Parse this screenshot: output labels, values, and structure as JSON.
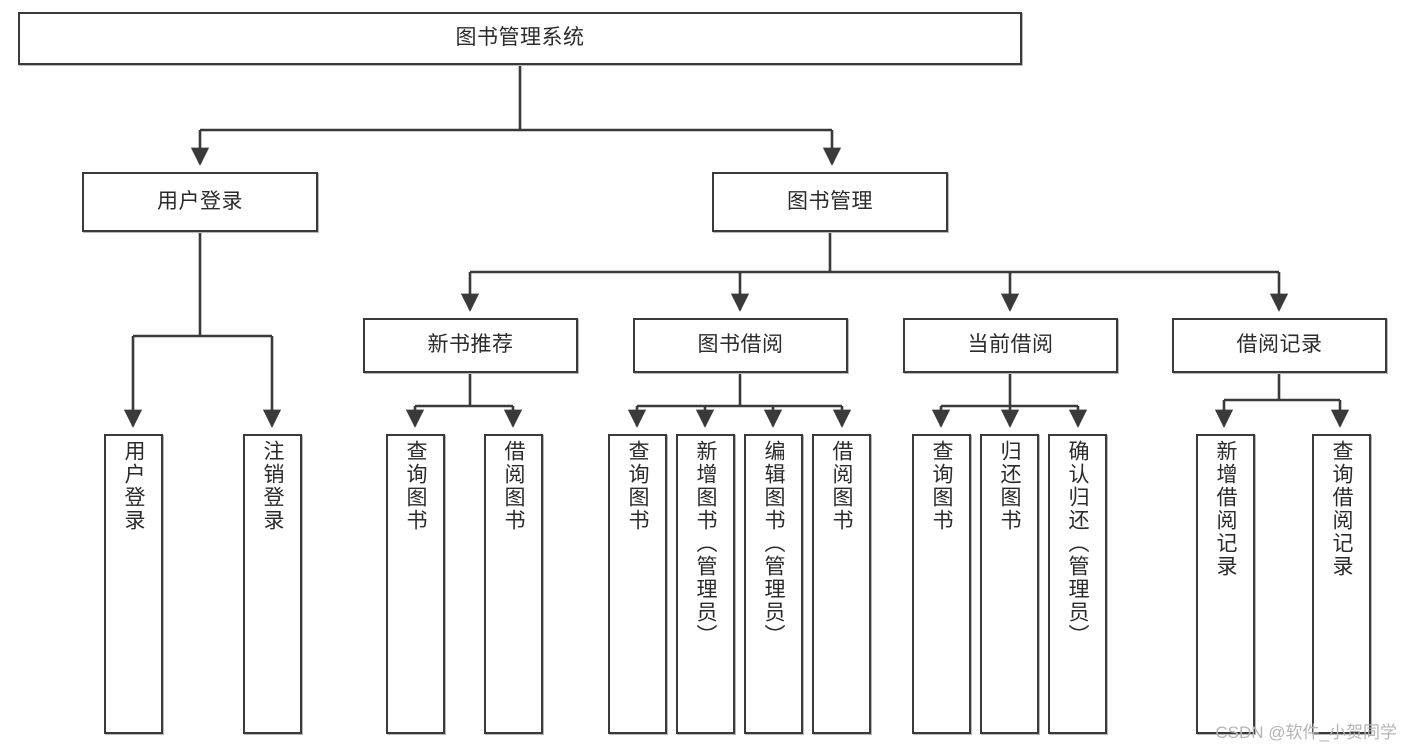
{
  "diagram": {
    "type": "tree-hierarchy",
    "title": "图书管理系统",
    "watermark": "CSDN @软件_小贺同学",
    "colors": {
      "box_border": "#3a3a3a",
      "box_fill": "#ffffff",
      "connector": "#3a3a3a",
      "text": "#2b2b2b",
      "watermark": "#b4b4b4",
      "background": "#ffffff"
    },
    "nodes": {
      "root": {
        "label": "图书管理系统"
      },
      "level1": [
        {
          "label": "用户登录"
        },
        {
          "label": "图书管理"
        }
      ],
      "level2": [
        {
          "label": "新书推荐"
        },
        {
          "label": "图书借阅"
        },
        {
          "label": "当前借阅"
        },
        {
          "label": "借阅记录"
        }
      ],
      "leaves": {
        "user_login": [
          {
            "label": "用户登录"
          },
          {
            "label": "注销登录"
          }
        ],
        "new_book_rec": [
          {
            "label": "查询图书"
          },
          {
            "label": "借阅图书"
          }
        ],
        "book_borrow": [
          {
            "label": "查询图书"
          },
          {
            "label": "新增图书（管理员）"
          },
          {
            "label": "编辑图书（管理员）"
          },
          {
            "label": "借阅图书"
          }
        ],
        "current_borrow": [
          {
            "label": "查询图书"
          },
          {
            "label": "归还图书"
          },
          {
            "label": "确认归还（管理员）"
          }
        ],
        "borrow_record": [
          {
            "label": "新增借阅记录"
          },
          {
            "label": "查询借阅记录"
          }
        ]
      }
    }
  }
}
